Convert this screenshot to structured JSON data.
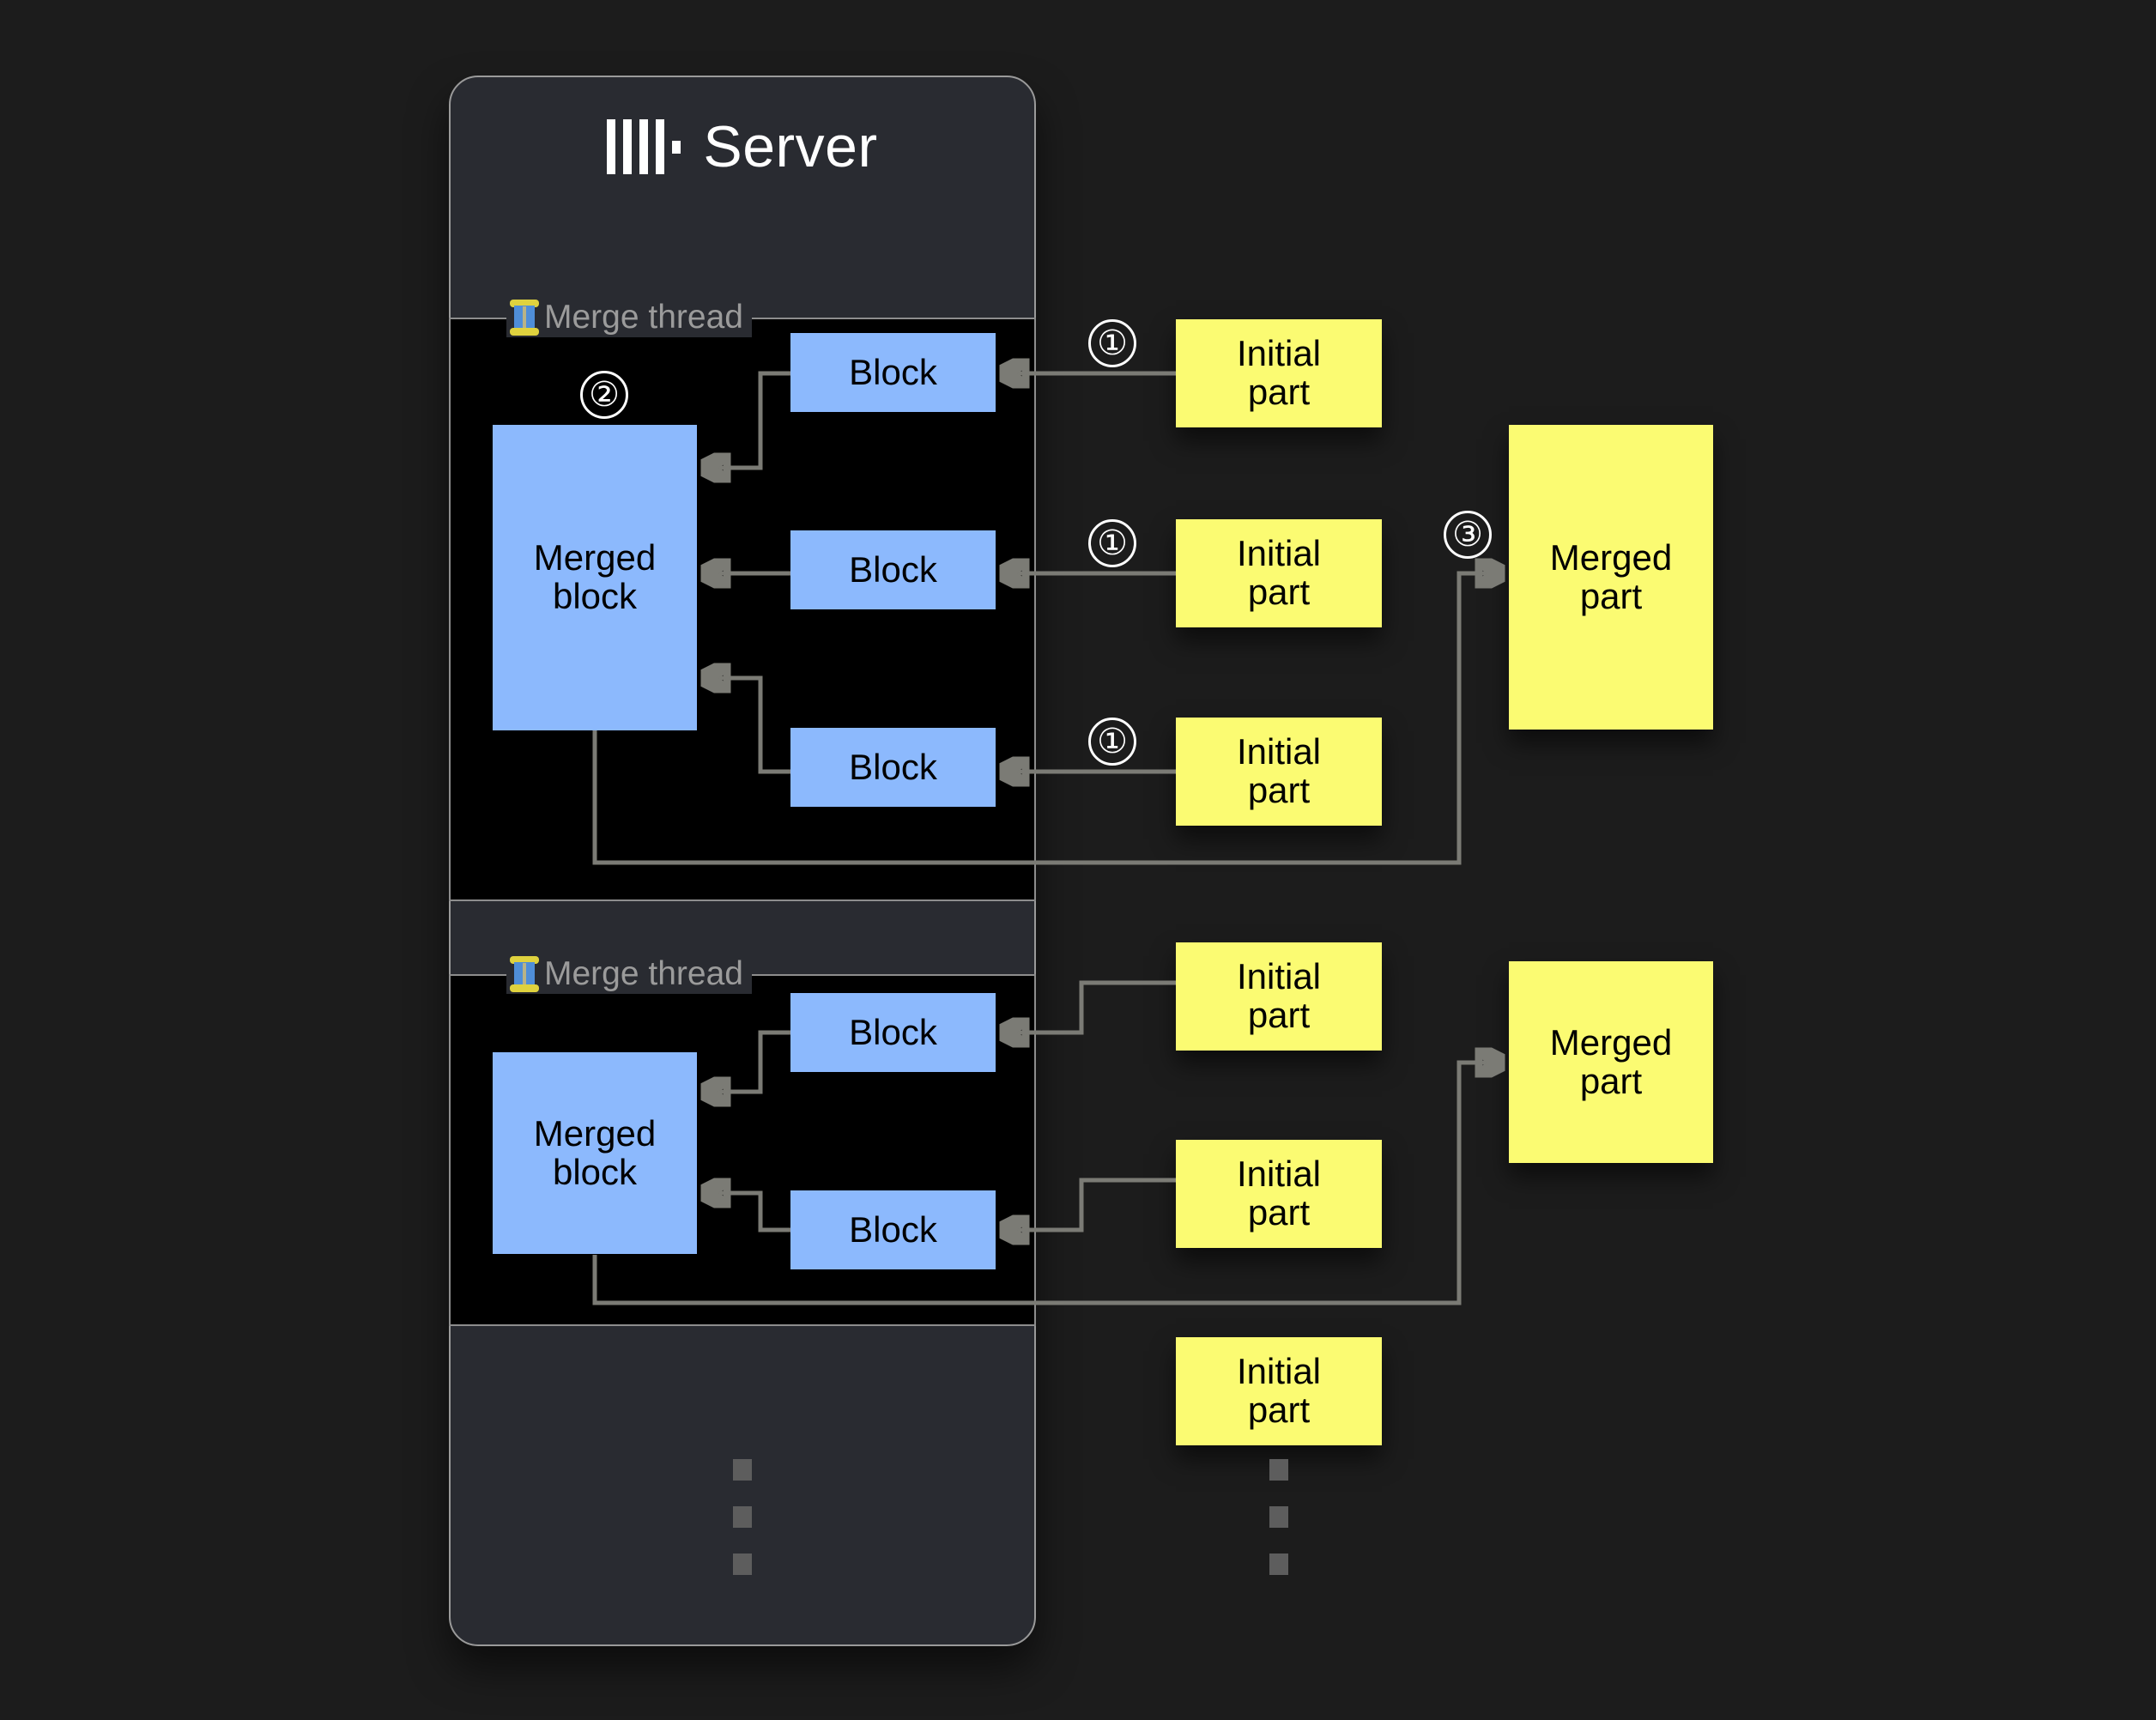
{
  "server": {
    "title": "Server",
    "logo_icon": "clickhouse-logo-icon"
  },
  "threads": [
    {
      "label": "Merge thread",
      "icon": "thread-spool-icon",
      "merged_block_label": "Merged\nblock",
      "step_marker": "②",
      "blocks": [
        {
          "label": "Block"
        },
        {
          "label": "Block"
        },
        {
          "label": "Block"
        }
      ]
    },
    {
      "label": "Merge thread",
      "icon": "thread-spool-icon",
      "merged_block_label": "Merged\nblock",
      "step_marker": "",
      "blocks": [
        {
          "label": "Block"
        },
        {
          "label": "Block"
        }
      ]
    }
  ],
  "parts": {
    "initial_label": "Initial\npart",
    "merged_label": "Merged\npart",
    "group_one": {
      "initial_parts": [
        {
          "label": "Initial\npart",
          "step_marker": "①"
        },
        {
          "label": "Initial\npart",
          "step_marker": "①"
        },
        {
          "label": "Initial\npart",
          "step_marker": "①"
        }
      ],
      "merged_part": {
        "label": "Merged\npart",
        "step_marker": "③"
      }
    },
    "group_two": {
      "initial_parts": [
        {
          "label": "Initial\npart",
          "step_marker": ""
        },
        {
          "label": "Initial\npart",
          "step_marker": ""
        },
        {
          "label": "Initial\npart",
          "step_marker": ""
        }
      ],
      "merged_part": {
        "label": "Merged\npart",
        "step_marker": ""
      }
    }
  },
  "ellipsis": {
    "server_column": "vertical-ellipsis",
    "parts_column": "vertical-ellipsis"
  },
  "colors": {
    "background": "#1c1c1c",
    "panel": "#292B31",
    "panel_border": "#9a9a9a",
    "thread_fill": "#000000",
    "thread_border": "#8d8d8d",
    "block_blue": "#8cb9fd",
    "part_yellow": "#fbfb72",
    "wire": "#7b7b75",
    "label_text": "#9b9b9b",
    "title_text": "#ffffff"
  }
}
